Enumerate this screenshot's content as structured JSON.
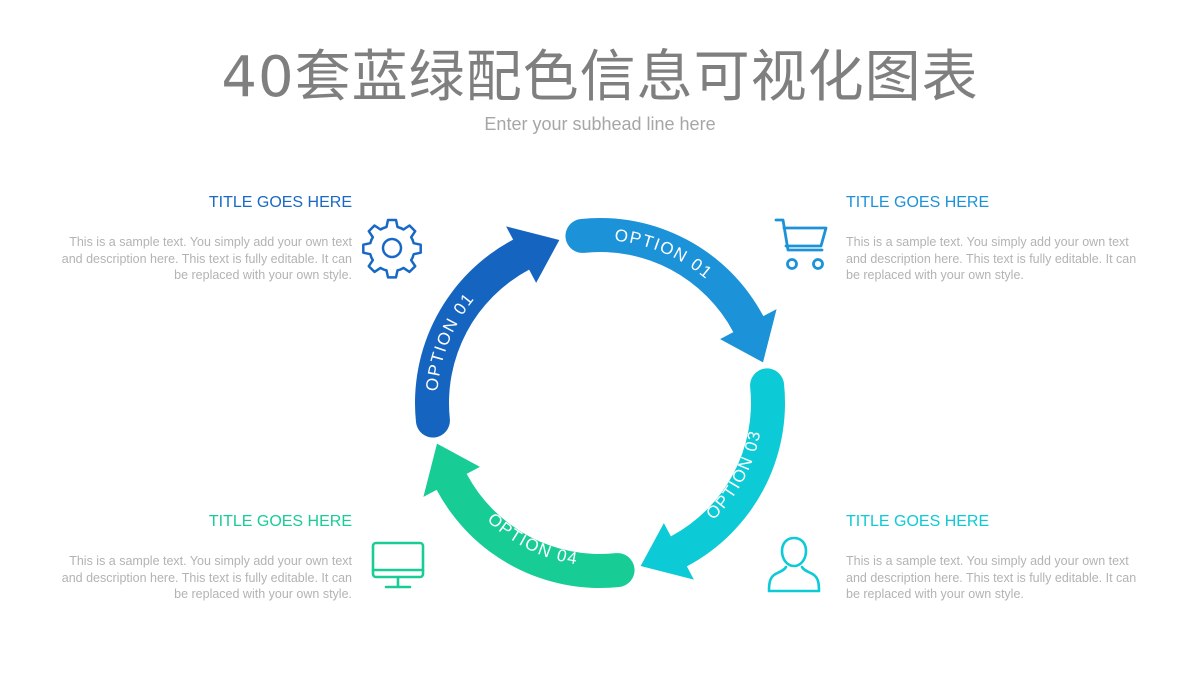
{
  "header": {
    "title": "40套蓝绿配色信息可视化图表",
    "subhead": "Enter your subhead line here"
  },
  "colors": {
    "blue_dark": "#1565c0",
    "blue_mid": "#1c92d9",
    "cyan": "#0ccad6",
    "green": "#18cc95",
    "text_gray": "#b3b3b3"
  },
  "blocks": {
    "top_left": {
      "title": "TITLE GOES HERE",
      "text": "This is a sample text. You simply add your own text and description here. This text is fully editable. It can be replaced with your own style.",
      "color": "#1769c4",
      "icon": "gear-icon"
    },
    "top_right": {
      "title": "TITLE GOES HERE",
      "text": "This is a sample text. You simply add your own text and description here. This text is fully editable. It can be replaced with your own style.",
      "color": "#1c92d9",
      "icon": "shopping-cart-icon"
    },
    "bottom_left": {
      "title": "TITLE GOES HERE",
      "text": "This is a sample text. You simply add your own text and description here. This text is fully editable. It can be replaced with your own style.",
      "color": "#18cc95",
      "icon": "monitor-icon"
    },
    "bottom_right": {
      "title": "TITLE GOES HERE",
      "text": "This is a sample text. You simply add your own text and description here. This text is fully editable. It can be replaced with your own style.",
      "color": "#0ccad6",
      "icon": "user-icon"
    }
  },
  "arrows": [
    {
      "label": "OPTION 01",
      "color": "#1565c0"
    },
    {
      "label": "OPTION 01",
      "color": "#1c92d9"
    },
    {
      "label": "OPTION 03",
      "color": "#0ccad6"
    },
    {
      "label": "OPTION 04",
      "color": "#18cc95"
    }
  ]
}
